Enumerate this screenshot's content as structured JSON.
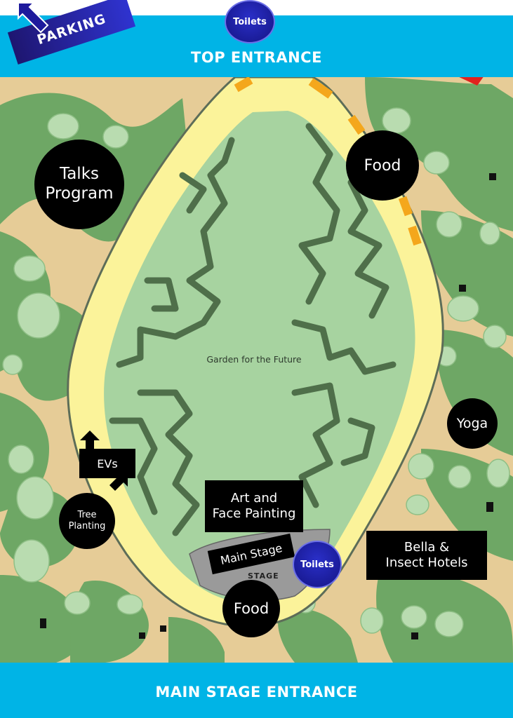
{
  "banners": {
    "top": "TOP ENTRANCE",
    "bottom": "MAIN STAGE ENTRANCE"
  },
  "parking": {
    "label": "PARKING",
    "icon": "arrow-up-left-icon"
  },
  "garden_label": "Garden for the Future",
  "locations": {
    "toilets_top": "Toilets",
    "toilets_stage": "Toilets",
    "food_top": "Food",
    "food_bottom": "Food",
    "talks": "Talks\nProgram",
    "yoga": "Yoga",
    "evs": "EVs",
    "tree": "Tree\nPlanting",
    "art": "Art and\nFace Painting",
    "main_stage": "Main Stage",
    "stage_sign": "STAGE",
    "bella": "Bella &\nInsect Hotels"
  },
  "colors": {
    "banner": "#00b4e6",
    "sand": "#e6cc97",
    "park_green": "#6ea765",
    "garden_green": "#a7d3a0",
    "path_yellow": "#fbf39a",
    "hedge": "#4f6f4a",
    "marker": "#000000",
    "toilet_marker": "#1e1a9c"
  }
}
